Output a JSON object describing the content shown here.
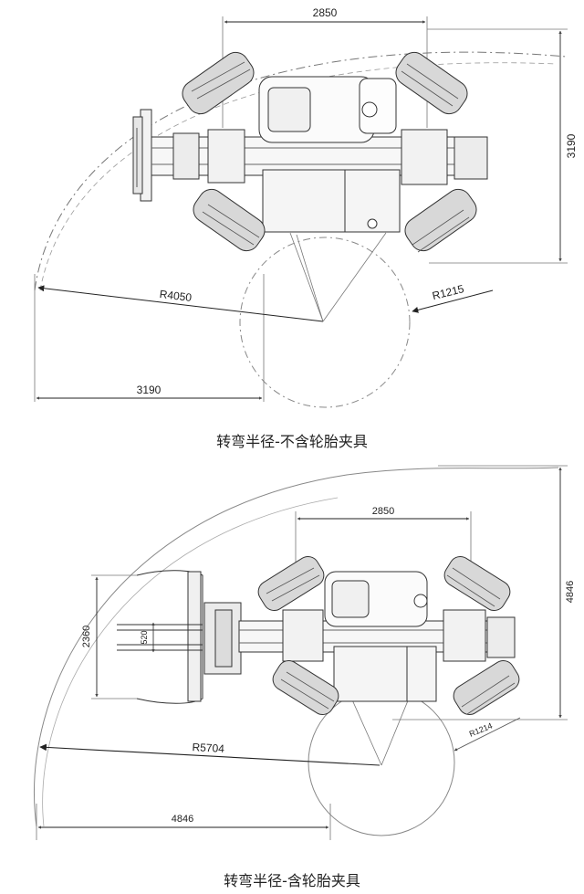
{
  "top": {
    "width_label": "2850",
    "height_label": "3190",
    "outer_radius_label": "R4050",
    "wheel_radius_label": "R1215",
    "bottom_label": "3190",
    "caption": "转弯半径-不含轮胎夹具"
  },
  "bottom": {
    "width_label": "2850",
    "height_label": "4846",
    "fork_width_label": "2360",
    "fork_gap_label": "520",
    "outer_radius_label": "R5704",
    "wheel_radius_label": "R1214",
    "bottom_label": "4846",
    "caption": "转弯半径-含轮胎夹具"
  }
}
